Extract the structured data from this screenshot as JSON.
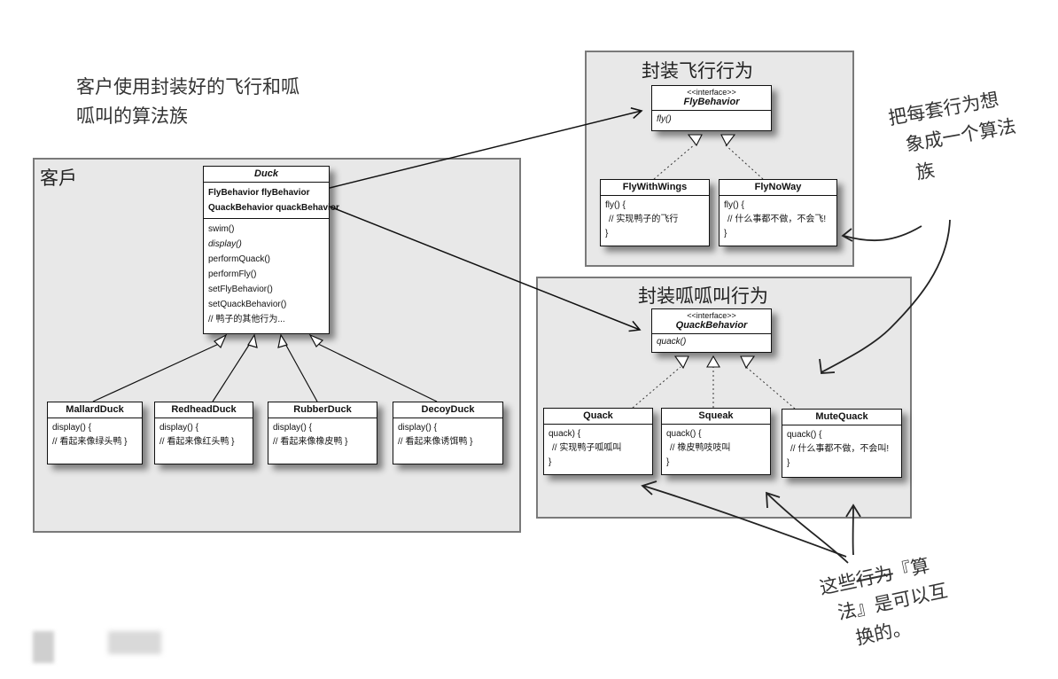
{
  "notes": {
    "intro_line1": "客户使用封装好的飞行和呱",
    "intro_line2": "呱叫的算法族",
    "family_line1": "把每套行为想",
    "family_line2": "象成一个算法",
    "family_line3": "族",
    "swap_line1_a": "这些",
    "swap_line1_struck": "行为",
    "swap_line1_b": "『算",
    "swap_line2": "法』是可以互",
    "swap_line3": "换的。"
  },
  "client_panel": {
    "title": "客戶"
  },
  "fly_panel": {
    "title": "封装飞行行为"
  },
  "quack_panel": {
    "title": "封装呱呱叫行为"
  },
  "duck": {
    "name": "Duck",
    "fields": [
      "FlyBehavior flyBehavior",
      "QuackBehavior quackBehavior"
    ],
    "methods": [
      "swim()",
      "display()",
      "performQuack()",
      "performFly()",
      "setFlyBehavior()",
      "setQuackBehavior()",
      "// 鸭子的其他行为..."
    ]
  },
  "subclasses": [
    {
      "name": "MallardDuck",
      "line1": "display() {",
      "line2": "// 看起来像绿头鸭 }"
    },
    {
      "name": "RedheadDuck",
      "line1": "display() {",
      "line2": "// 看起来像红头鸭 }"
    },
    {
      "name": "RubberDuck",
      "line1": "display() {",
      "line2": "// 看起来像橡皮鸭 }"
    },
    {
      "name": "DecoyDuck",
      "line1": "display() {",
      "line2": "// 看起来像诱饵鸭 }"
    }
  ],
  "fly_interface": {
    "stereotype": "<<interface>>",
    "name": "FlyBehavior",
    "method": "fly()"
  },
  "fly_impls": [
    {
      "name": "FlyWithWings",
      "line1": "fly() {",
      "line2": "// 实现鸭子的飞行",
      "line3": "}"
    },
    {
      "name": "FlyNoWay",
      "line1": "fly() {",
      "line2": "// 什么事都不做，不会飞!",
      "line3": "}"
    }
  ],
  "quack_interface": {
    "stereotype": "<<interface>>",
    "name": "QuackBehavior",
    "method": "quack()"
  },
  "quack_impls": [
    {
      "name": "Quack",
      "line1": "quack) {",
      "line2": "// 实现鸭子呱呱叫",
      "line3": "}"
    },
    {
      "name": "Squeak",
      "line1": "quack() {",
      "line2": "// 橡皮鸭吱吱叫",
      "line3": "}"
    },
    {
      "name": "MuteQuack",
      "line1": "quack() {",
      "line2": "// 什么事都不做，不会叫!",
      "line3": "}"
    }
  ]
}
